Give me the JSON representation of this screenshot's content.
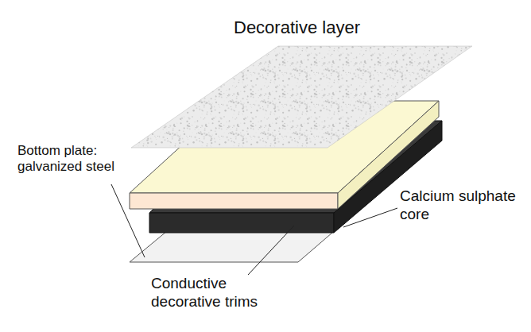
{
  "diagram": {
    "labels": [
      "Decorative layer",
      "Bottom plate: galvanized steel",
      "Calcium sulphate core",
      "Conductive decorative trims"
    ]
  }
}
